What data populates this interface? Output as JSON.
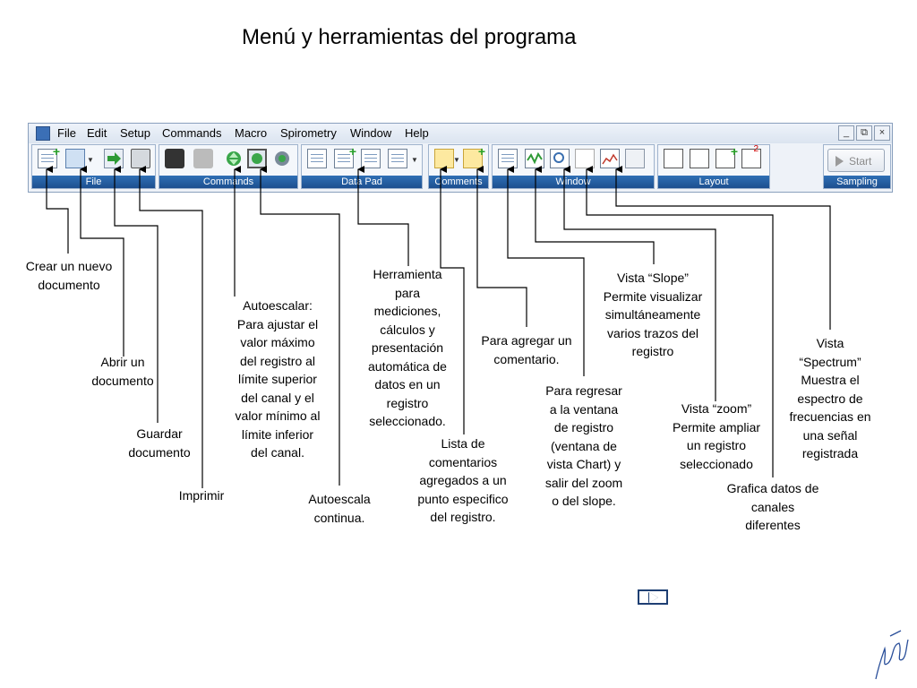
{
  "title": "Menú y herramientas del programa",
  "menu": [
    "File",
    "Edit",
    "Setup",
    "Commands",
    "Macro",
    "Spirometry",
    "Window",
    "Help"
  ],
  "window_controls": {
    "minimize": "_",
    "restore": "⧉",
    "close": "×"
  },
  "groups": {
    "file": "File",
    "commands": "Commands",
    "datapad": "Data Pad",
    "comments": "Comments",
    "window": "Window",
    "layout": "Layout",
    "sampling": "Sampling"
  },
  "start_button": "Start",
  "layout_badge": "2",
  "notes": {
    "crear": [
      "Crear un nuevo",
      "documento"
    ],
    "abrir": [
      "Abrir un",
      "documento"
    ],
    "guardar": [
      "Guardar",
      "documento"
    ],
    "imprimir": [
      "Imprimir"
    ],
    "autoescalar": [
      "Autoescalar:",
      "Para ajustar el",
      "valor máximo",
      "del registro al",
      "límite superior",
      "del canal y el",
      "valor mínimo al",
      "límite inferior",
      "del canal."
    ],
    "autoescala_continua": [
      "Autoescala",
      "continua."
    ],
    "herramienta": [
      "Herramienta",
      "para",
      "mediciones,",
      "cálculos y",
      "presentación",
      "automática de",
      "datos en un",
      "registro",
      "seleccionado."
    ],
    "lista": [
      "Lista de",
      "comentarios",
      "agregados a un",
      "punto especifico",
      "del registro."
    ],
    "agregar": [
      "Para agregar un",
      "comentario."
    ],
    "regresar": [
      "Para regresar",
      "a la ventana",
      "de registro",
      "(ventana de",
      "vista Chart) y",
      "salir del zoom",
      "o del slope."
    ],
    "slope": [
      "Vista “Slope”",
      "Permite visualizar",
      "simultáneamente",
      "varios trazos del",
      "registro"
    ],
    "zoom": [
      "Vista “zoom”",
      "Permite ampliar",
      "un registro",
      "seleccionado"
    ],
    "spectrum": [
      "Vista",
      "“Spectrum”",
      "Muestra el",
      "espectro de",
      "frecuencias en",
      "una señal",
      "registrada"
    ],
    "grafica": [
      "Grafica datos de",
      "canales",
      "diferentes"
    ]
  },
  "icons": {
    "app": "app-icon",
    "new": "new-document-icon",
    "open": "open-folder-icon",
    "save": "save-arrow-icon",
    "print": "printer-icon",
    "binoculars": "binoculars-icon",
    "autoscale": "autoscale-icon",
    "autoscale_continuous": "continuous-autoscale-icon",
    "comment_list": "comment-list-icon",
    "add_comment": "add-comment-icon",
    "nav": "next-slide-icon",
    "signature": "signature"
  }
}
